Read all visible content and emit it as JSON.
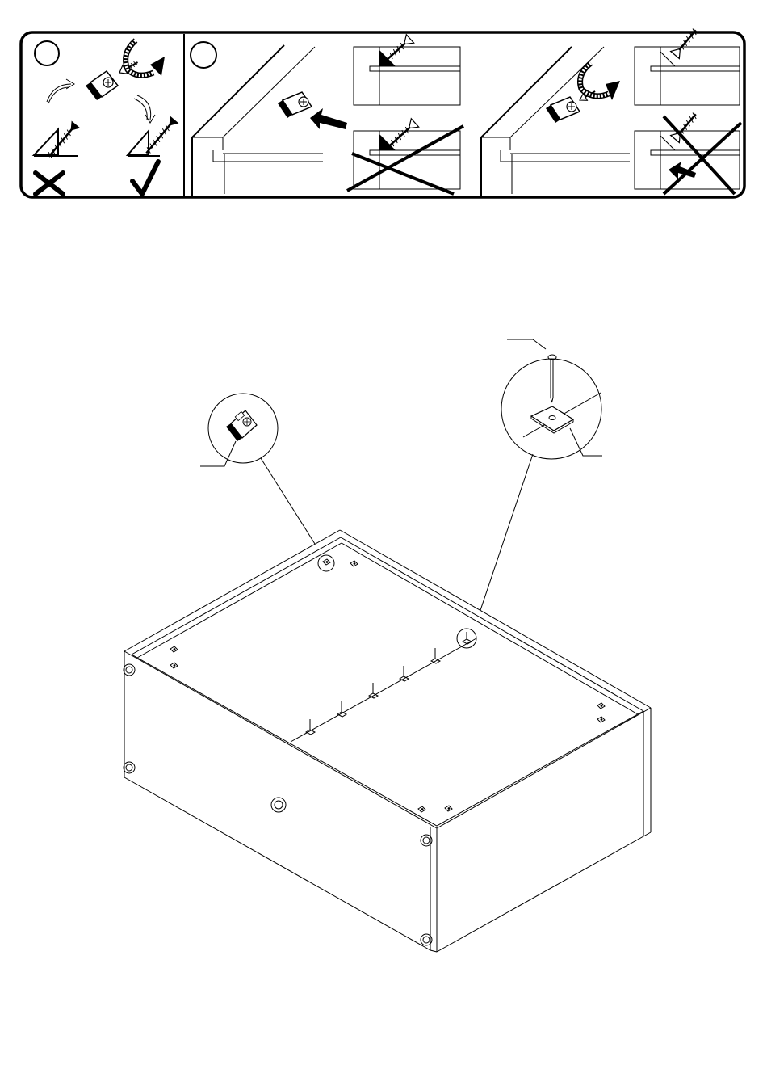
{
  "colors": {
    "ink": "#000000",
    "paper": "#ffffff",
    "shade": "#e6e6e6"
  },
  "instruction_panel": {
    "step_a": {
      "step_number": "",
      "icons": [
        "rotate-arrow-icon",
        "cam-lock-icon",
        "screw-icon"
      ],
      "wrong_mark": "cross-icon",
      "right_mark": "checkmark-icon"
    },
    "step_b": {
      "step_number": "",
      "insets": [
        "screw-correct-inset",
        "screw-wrong-inset",
        "screw-correct-inset-2",
        "screw-wrong-inset-2"
      ],
      "icons": [
        "push-arrow-icon",
        "tighten-arrow-icon",
        "cross-icon"
      ]
    }
  },
  "main_drawing": {
    "callout_left_label": "",
    "callout_right_top_label": "",
    "callout_right_bottom_label": "",
    "nail_count": 5,
    "cam_fittings_visible": 8,
    "dowel_holes_front": 5
  }
}
